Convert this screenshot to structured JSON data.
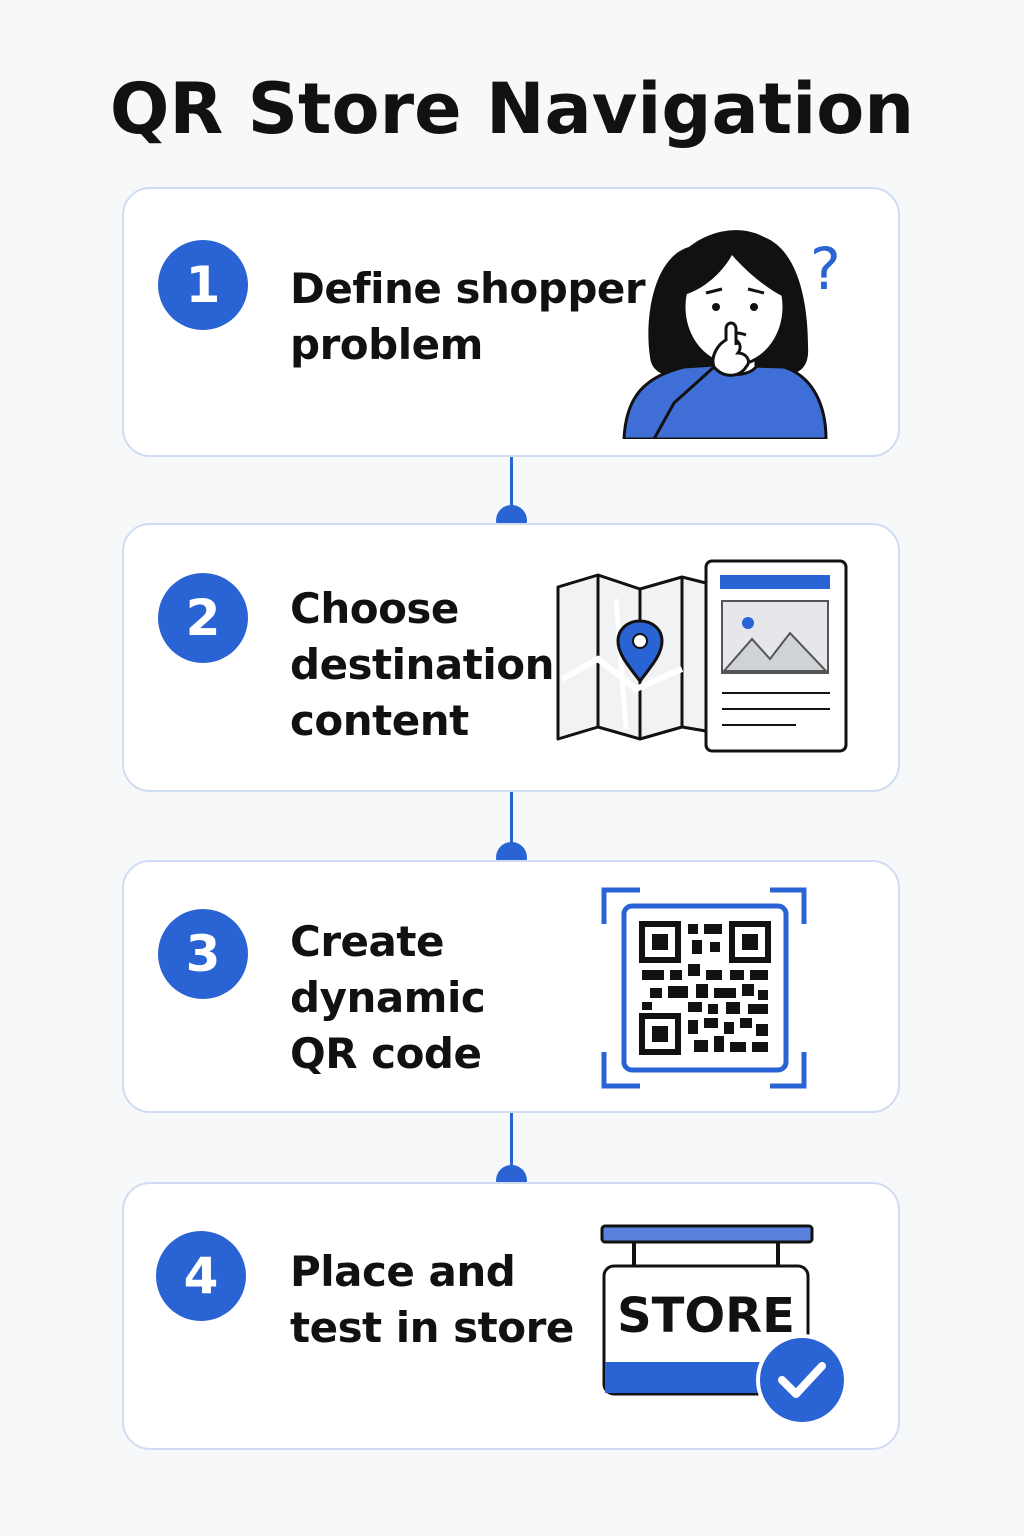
{
  "title": "QR Store Navigation",
  "steps": [
    {
      "number": "1",
      "label": "Define shopper\nproblem",
      "icon": "confused-shopper-icon"
    },
    {
      "number": "2",
      "label": "Choose\ndestination\ncontent",
      "icon": "map-and-page-icon"
    },
    {
      "number": "3",
      "label": "Create\ndynamic\nQR code",
      "icon": "qr-code-icon"
    },
    {
      "number": "4",
      "label": "Place and\ntest in store",
      "icon": "store-sign-check-icon"
    }
  ],
  "store_sign_text": "STORE",
  "colors": {
    "accent": "#2a63d3",
    "card_border": "#cfdcf2",
    "background": "#f7f8fa"
  }
}
